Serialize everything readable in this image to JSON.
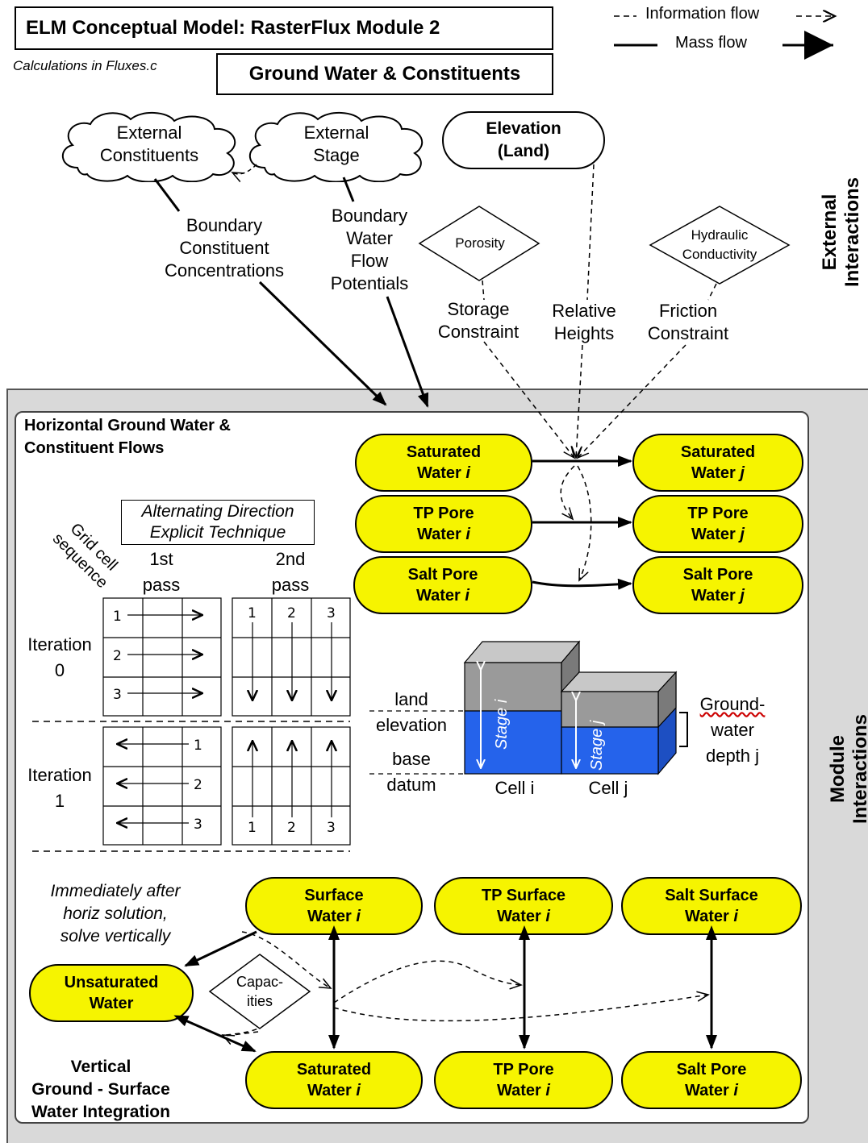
{
  "title": "ELM Conceptual Model: RasterFlux Module 2",
  "subtitle_note": "Calculations in Fluxes.c",
  "section_title": "Ground Water & Constituents",
  "legend": {
    "info": "Information flow",
    "mass": "Mass flow"
  },
  "external": {
    "cloud1": [
      "External",
      "Constituents"
    ],
    "cloud2": [
      "External",
      "Stage"
    ],
    "elevation": [
      "Elevation",
      "(Land)"
    ],
    "porosity": "Porosity",
    "hydraulic": [
      "Hydraulic",
      "Conductivity"
    ],
    "bcc": [
      "Boundary",
      "Constituent",
      "Concentrations"
    ],
    "bwfp": [
      "Boundary",
      "Water",
      "Flow",
      "Potentials"
    ],
    "storage": [
      "Storage",
      "Constraint"
    ],
    "relative": [
      "Relative",
      "Heights"
    ],
    "friction": [
      "Friction",
      "Constraint"
    ],
    "side_label": [
      "External",
      "Interactions"
    ]
  },
  "module_label": [
    "Module",
    "Interactions"
  ],
  "horizontal": {
    "title": [
      "Horizontal Ground Water &",
      "Constituent Flows"
    ],
    "sat_i": [
      "Saturated",
      "Water i"
    ],
    "sat_j": [
      "Saturated",
      "Water j"
    ],
    "tp_i": [
      "TP Pore",
      "Water i"
    ],
    "tp_j": [
      "TP Pore",
      "Water j"
    ],
    "salt_i": [
      "Salt Pore",
      "Water i"
    ],
    "salt_j": [
      "Salt Pore",
      "Water j"
    ]
  },
  "adi": {
    "title": [
      "Alternating Direction",
      "Explicit Technique"
    ],
    "grid_seq": [
      "Grid cell",
      "sequence"
    ],
    "pass1": [
      "1st",
      "pass"
    ],
    "pass2": [
      "2nd",
      "pass"
    ],
    "iter0": [
      "Iteration",
      "0"
    ],
    "iter1": [
      "Iteration",
      "1"
    ],
    "nums": [
      "1",
      "2",
      "3"
    ]
  },
  "block": {
    "land": [
      "land",
      "elevation"
    ],
    "base": [
      "base",
      "datum"
    ],
    "stage_i": "Stage i",
    "stage_j": "Stage j",
    "cell_i": "Cell i",
    "cell_j": "Cell j",
    "gw": [
      "Ground-",
      "water",
      "depth j"
    ],
    "colors": {
      "water": "#2563eb",
      "soil": "#9a9a9a",
      "soil_top": "#c8c8c8"
    }
  },
  "vertical": {
    "note": [
      "Immediately after",
      "horiz solution,",
      "solve vertically"
    ],
    "surface_i": [
      "Surface",
      "Water i"
    ],
    "tp_surface_i": [
      "TP Surface",
      "Water i"
    ],
    "salt_surface_i": [
      "Salt Surface",
      "Water i"
    ],
    "unsat": [
      "Unsaturated",
      "Water"
    ],
    "capacities": [
      "Capac-",
      "ities"
    ],
    "sat_i": [
      "Saturated",
      "Water i"
    ],
    "tp_pore_i": [
      "TP Pore",
      "Water i"
    ],
    "salt_pore_i": [
      "Salt Pore",
      "Water i"
    ],
    "title": [
      "Vertical",
      "Ground - Surface",
      "Water Integration"
    ]
  },
  "colors": {
    "pill": "#f6f400",
    "panel": "#d9d9d9"
  }
}
